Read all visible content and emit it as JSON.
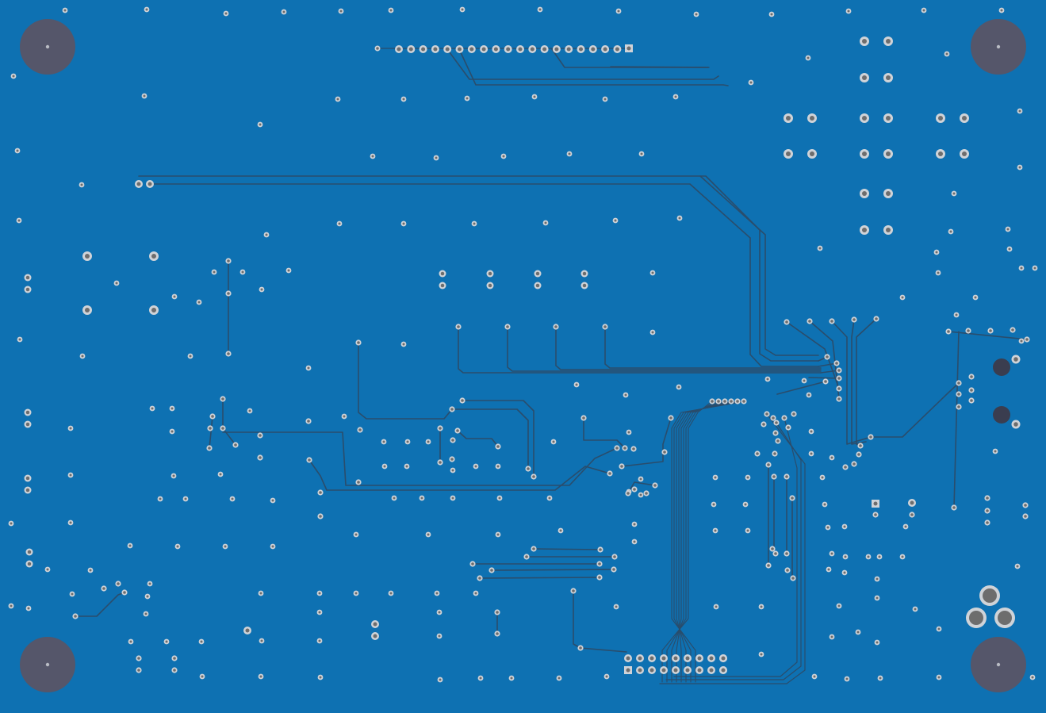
{
  "board": {
    "view": "pcb-bottom-copper-layer",
    "colors": {
      "copper_pour": "#0e71b2",
      "trace": "#2a4d6c",
      "pad_ring": "#cfd3d8",
      "pad_hole": "#6d6d6d",
      "mounting_hole": "#55566a",
      "dark_pad": "#3a3d4f"
    },
    "mounting_holes": 4,
    "headers": [
      "top-pin-header",
      "bottom-pin-header"
    ]
  }
}
